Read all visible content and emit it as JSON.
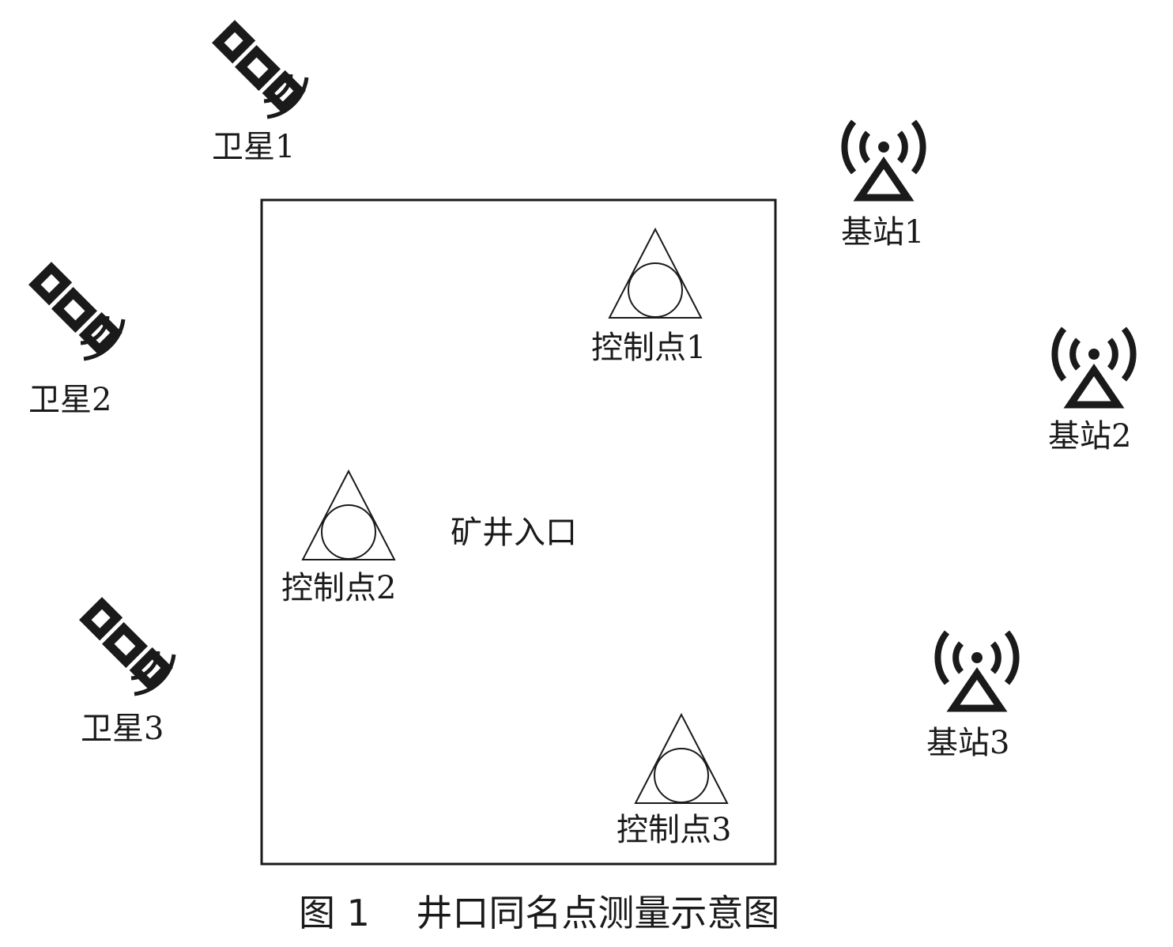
{
  "diagram": {
    "satellites": [
      {
        "label": "卫星1"
      },
      {
        "label": "卫星2"
      },
      {
        "label": "卫星3"
      }
    ],
    "base_stations": [
      {
        "label": "基站1"
      },
      {
        "label": "基站2"
      },
      {
        "label": "基站3"
      }
    ],
    "control_points": [
      {
        "label": "控制点1"
      },
      {
        "label": "控制点2"
      },
      {
        "label": "控制点3"
      }
    ],
    "area_label": "矿井入口",
    "caption": "图 1    井口同名点测量示意图",
    "colors": {
      "ink": "#1a1a1a",
      "background": "#ffffff"
    },
    "icons": {
      "satellite": "satellite-icon",
      "base_station": "antenna-tower-icon",
      "control_point": "triangle-circle-marker-icon"
    }
  }
}
